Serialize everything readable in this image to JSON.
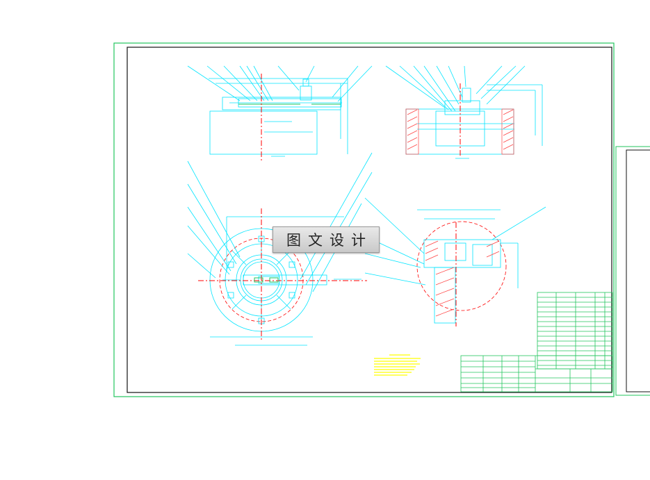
{
  "watermark": {
    "text": "图文设计"
  },
  "colors": {
    "background": "#ffffff",
    "frame_outer": "#22c55e",
    "frame_inner": "#111111",
    "linework": "#00e5ff",
    "section_mark": "#ff0000",
    "hatch": "#e03030",
    "title_block": "#22c55e",
    "notes": "#ffff00"
  },
  "views": [
    {
      "name": "top-elevation",
      "label": ""
    },
    {
      "name": "side-section",
      "label": ""
    },
    {
      "name": "plan-view",
      "label": ""
    },
    {
      "name": "detail-view",
      "label": ""
    }
  ]
}
